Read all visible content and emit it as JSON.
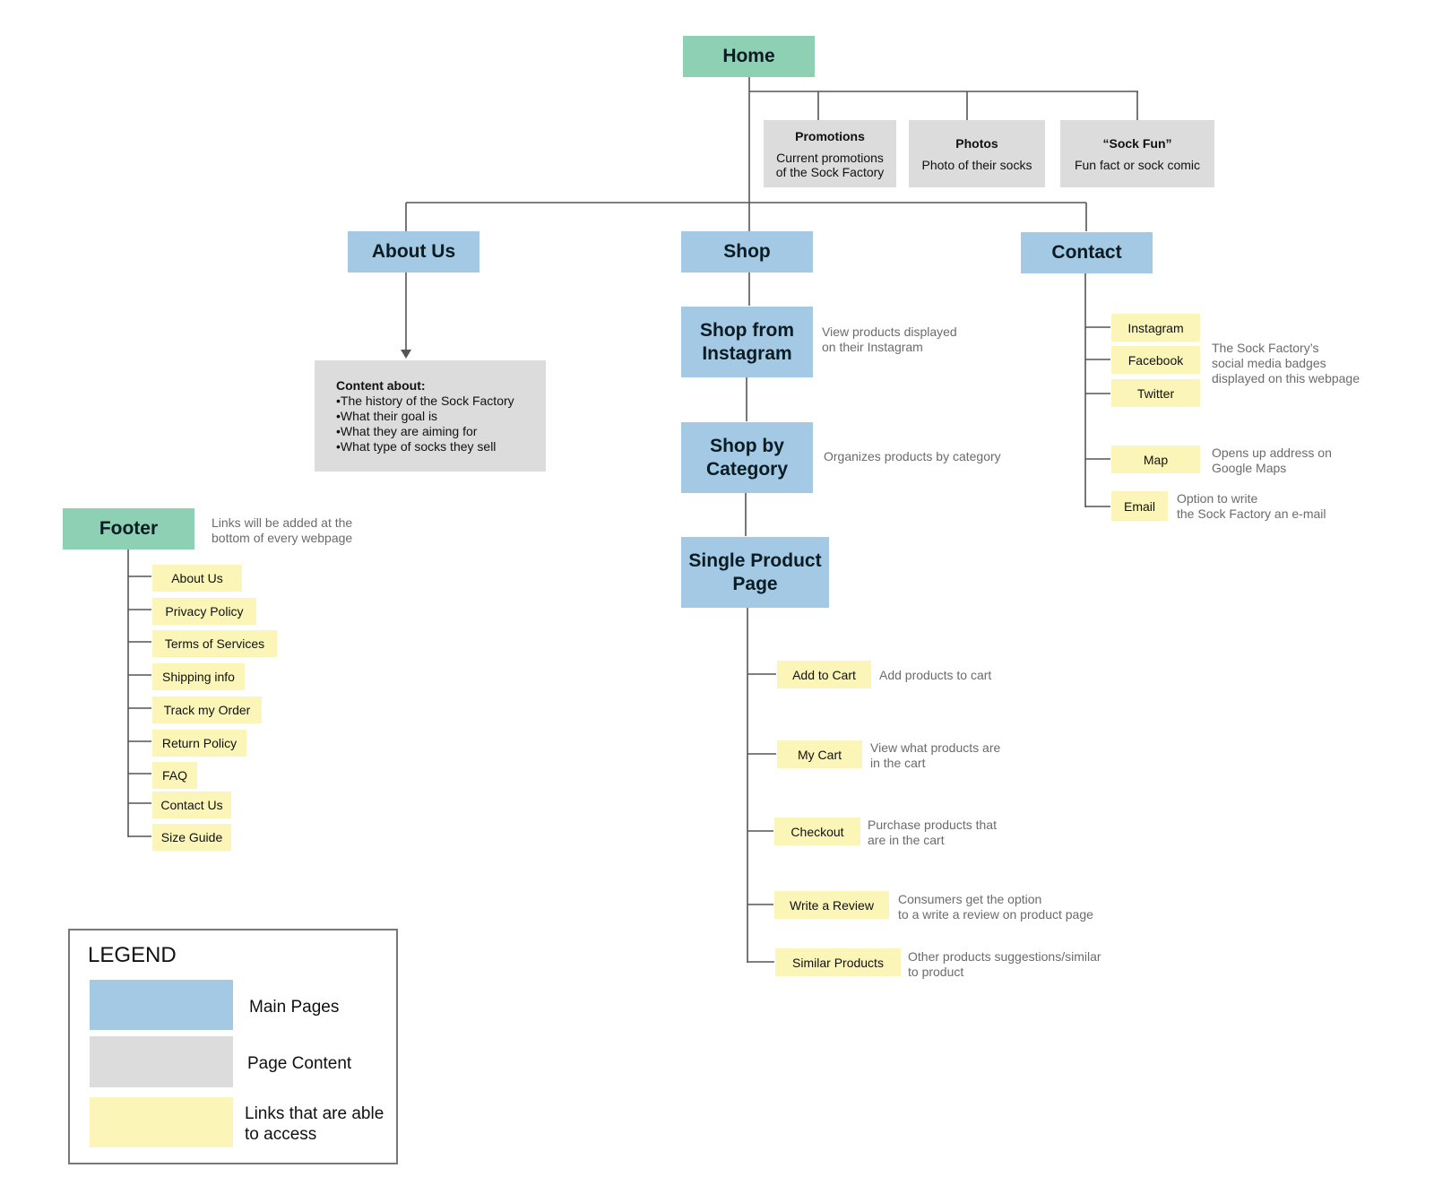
{
  "main": {
    "home": "Home",
    "about_us": "About Us",
    "shop": "Shop",
    "contact": "Contact",
    "shop_instagram": [
      "Shop from",
      "Instagram"
    ],
    "shop_category": [
      "Shop by",
      "Category"
    ],
    "single_product": [
      "Single Product",
      "Page"
    ],
    "footer": "Footer"
  },
  "home_content": [
    {
      "title": "Promotions",
      "desc": [
        "Current promotions",
        "of the Sock Factory"
      ]
    },
    {
      "title": "Photos",
      "desc": [
        "Photo of their socks"
      ]
    },
    {
      "title": "“Sock Fun”",
      "desc": [
        "Fun fact or sock comic"
      ]
    }
  ],
  "about_content": {
    "heading": "Content about:",
    "items": [
      "•The history of the Sock Factory",
      "•What their goal is",
      "•What they are aiming for",
      "•What type of socks they sell"
    ]
  },
  "shop_notes": {
    "instagram": [
      "View products displayed",
      "on their Instagram"
    ],
    "category": [
      "Organizes products by category"
    ]
  },
  "product_links": [
    {
      "label": "Add to Cart",
      "note": [
        "Add products to cart"
      ]
    },
    {
      "label": "My Cart",
      "note": [
        "View what products are",
        "in the cart"
      ]
    },
    {
      "label": "Checkout",
      "note": [
        "Purchase products that",
        "are in the cart"
      ]
    },
    {
      "label": "Write a Review",
      "note": [
        "Consumers get the option",
        "to a write a review on product page"
      ]
    },
    {
      "label": "Similar Products",
      "note": [
        "Other products suggestions/similar",
        "to product"
      ]
    }
  ],
  "contact_links": [
    {
      "label": "Instagram"
    },
    {
      "label": "Facebook"
    },
    {
      "label": "Twitter"
    },
    {
      "label": "Map"
    },
    {
      "label": "Email"
    }
  ],
  "contact_notes": {
    "social": [
      "The Sock Factory’s",
      "social media badges",
      "displayed on this webpage"
    ],
    "map": [
      "Opens up address on",
      "Google Maps"
    ],
    "email": [
      "Option to write",
      "the Sock Factory an e-mail"
    ]
  },
  "footer_note": [
    "Links will be added at the",
    "bottom of every webpage"
  ],
  "footer_links": [
    "About Us",
    "Privacy Policy",
    "Terms of Services",
    "Shipping info",
    "Track my Order",
    "Return Policy",
    "FAQ",
    "Contact Us",
    "Size Guide"
  ],
  "legend": {
    "title": "LEGEND",
    "items": [
      {
        "label": [
          "Main Pages"
        ],
        "color": "#a3c9e5"
      },
      {
        "label": [
          "Page Content"
        ],
        "color": "#dcdcdc"
      },
      {
        "label": [
          "Links that are able",
          "to access"
        ],
        "color": "#fbf5b8"
      }
    ]
  },
  "colors": {
    "home_footer": "#8dd0b4",
    "main_pages": "#a3c9e5",
    "page_content": "#dcdcdc",
    "links": "#fbf5b8",
    "connector": "#555555"
  }
}
